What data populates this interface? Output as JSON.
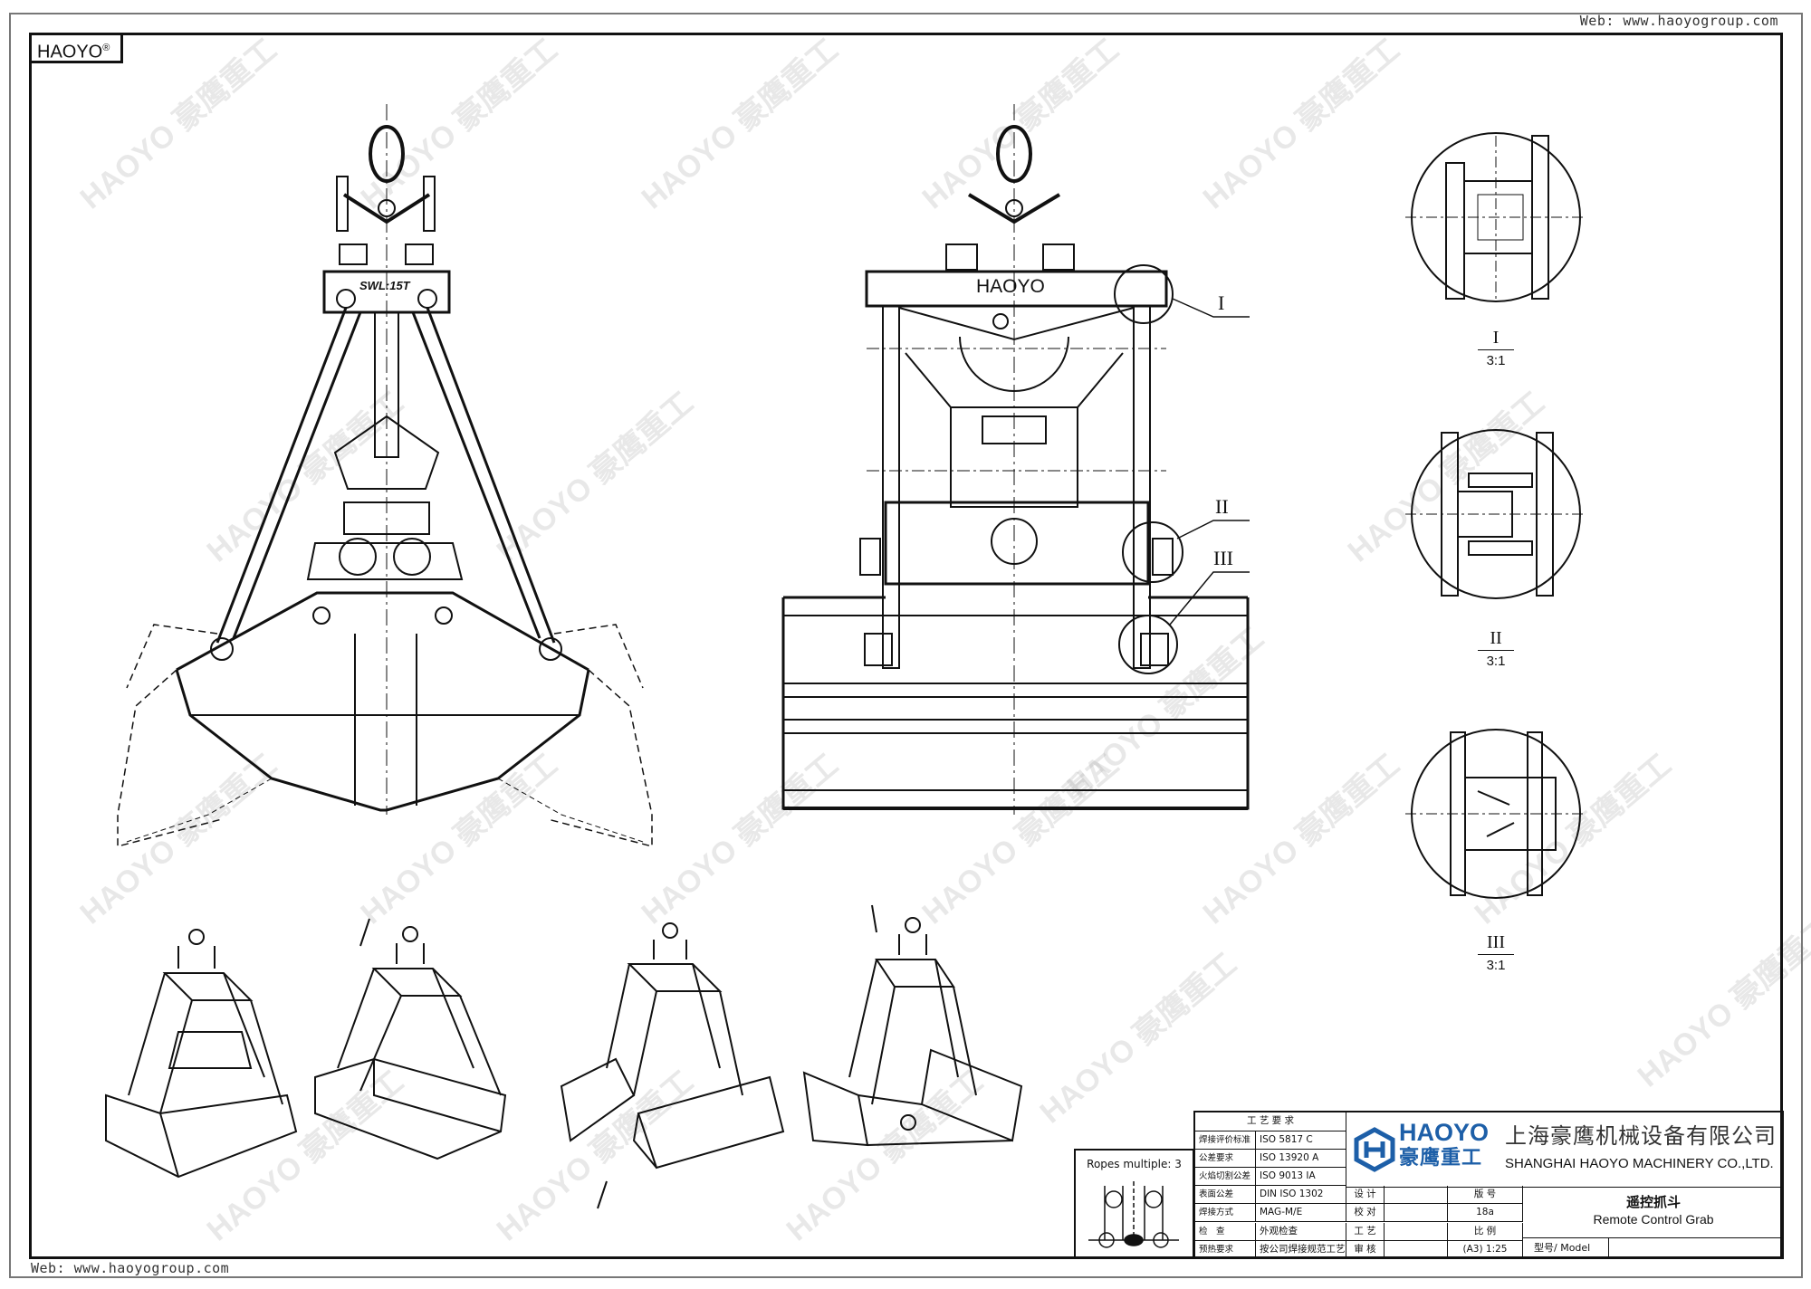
{
  "brand_mark": "HAOYO",
  "brand_registered": "®",
  "web_top": "Web: www.haoyogroup.com",
  "web_bottom": "Web: www.haoyogroup.com",
  "watermark": "HAOYO 豪鹰重工",
  "side_view": {
    "load_label": "SWL:15T"
  },
  "front_view": {
    "beam_label": "HAOYO",
    "callouts": [
      "I",
      "II",
      "III"
    ]
  },
  "details": [
    {
      "id": "I",
      "scale": "3:1"
    },
    {
      "id": "II",
      "scale": "3:1"
    },
    {
      "id": "III",
      "scale": "3:1"
    }
  ],
  "ropes_box": {
    "label": "Ropes multiple: 3"
  },
  "title_block": {
    "requirements_header": "工 艺 要 求",
    "requirements": [
      {
        "label": "焊接评价标准",
        "value": "ISO 5817 C"
      },
      {
        "label": "公差要求",
        "value": "ISO 13920 A"
      },
      {
        "label": "火焰切割公差",
        "value": "ISO 9013 IA"
      },
      {
        "label": "表面公差",
        "value": "DIN ISO 1302"
      },
      {
        "label": "焊接方式",
        "value": "MAG-M/E"
      },
      {
        "label": "检　查",
        "value": "外观检查"
      },
      {
        "label": "预热要求",
        "value": "按公司焊接规范工艺"
      }
    ],
    "signoff": [
      {
        "label": "设 计",
        "value": ""
      },
      {
        "label": "校 对",
        "value": ""
      },
      {
        "label": "工 艺",
        "value": ""
      },
      {
        "label": "审 核",
        "value": ""
      }
    ],
    "info": [
      {
        "label": "版 号",
        "value": "18a"
      },
      {
        "label": "比 例",
        "value": "(A3) 1:25"
      }
    ],
    "company_logo_en": "HAOYO",
    "company_logo_cn": "豪鹰重工",
    "company_cn": "上海豪鹰机械设备有限公司",
    "company_en": "SHANGHAI HAOYO MACHINERY CO.,LTD.",
    "product_cn": "遥控抓斗",
    "product_en": "Remote Control Grab",
    "model_label": "型号/ Model",
    "model_value": ""
  }
}
